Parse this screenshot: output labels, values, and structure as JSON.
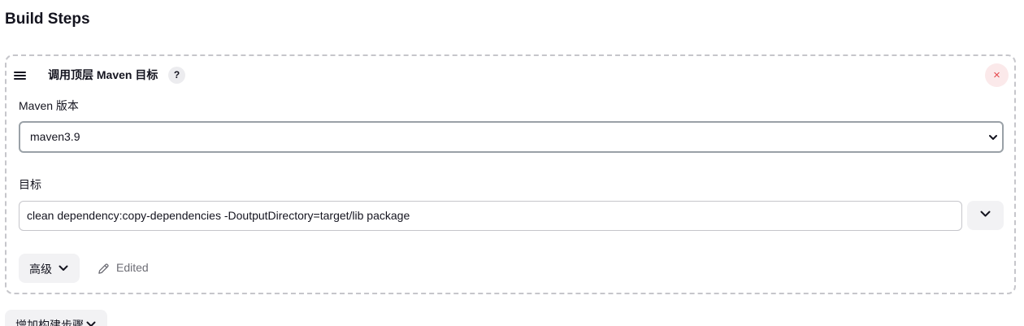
{
  "section": {
    "title": "Build Steps"
  },
  "step": {
    "title": "调用顶层 Maven 目标",
    "help_label": "?",
    "close_label": "×",
    "maven_version": {
      "label": "Maven 版本",
      "selected": "maven3.9"
    },
    "goals": {
      "label": "目标",
      "value": "clean dependency:copy-dependencies -DoutputDirectory=target/lib package"
    },
    "advanced_label": "高级",
    "edited_label": "Edited"
  },
  "add_step": {
    "label": "增加构建步骤"
  },
  "icons": {
    "drag": "drag-handle-icon",
    "help": "question-icon",
    "close": "close-icon",
    "select_arrow": "chevron-down-icon",
    "expand": "chevron-down-icon",
    "advanced": "chevron-down-icon",
    "edited": "pencil-icon",
    "add_step": "chevron-down-icon"
  },
  "colors": {
    "close_icon": "#e5484d",
    "close_bg": "#fbe9ea",
    "border_dashed": "#c6c6cb",
    "button_bg": "#f2f2f4"
  }
}
